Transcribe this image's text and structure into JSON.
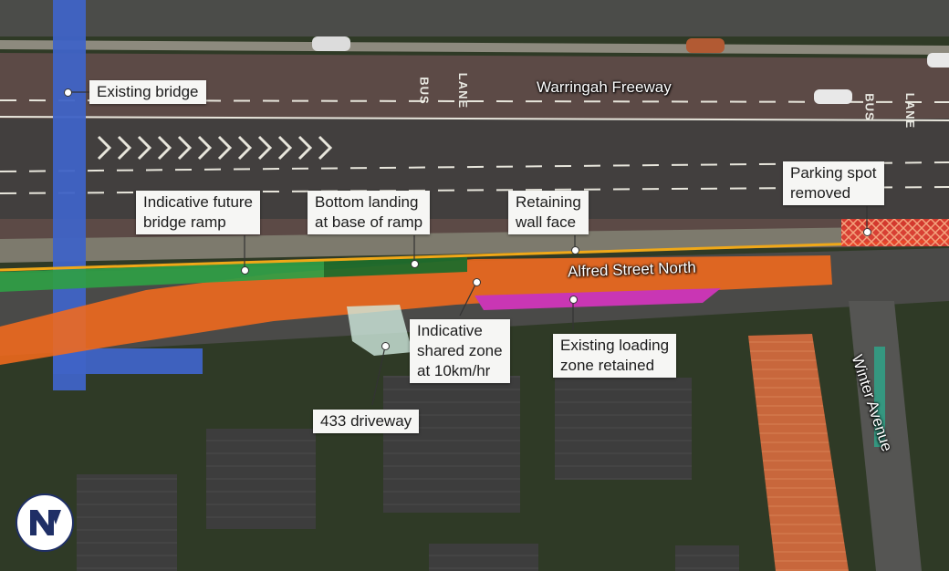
{
  "labels": {
    "existing_bridge": "Existing bridge",
    "future_ramp": "Indicative future\nbridge ramp",
    "bottom_landing": "Bottom landing\nat base of ramp",
    "retaining_wall": "Retaining\nwall face",
    "parking_spot": "Parking spot\nremoved",
    "shared_zone": "Indicative\nshared zone\nat 10km/hr",
    "loading_zone": "Existing loading\nzone retained",
    "driveway": "433 driveway"
  },
  "streets": {
    "warringah": "Warringah Freeway",
    "alfred": "Alfred Street North",
    "winter": "Winter Avenue"
  },
  "road_markings": [
    "BUS",
    "LANE",
    "BUS",
    "LANE"
  ],
  "colors": {
    "existing_bridge": "#3f63c6",
    "bridge_ramp": "#2f9e45",
    "bottom_landing": "#1f6b2b",
    "alfred_street": "#f36a1c",
    "loading_zone": "#c936b4",
    "shared_zone": "#cfeadf",
    "retaining_wall_line": "#f0a818",
    "parking_removed": "#e8362a",
    "logo": "#1f2f66"
  },
  "logo": {
    "icon": "nv-logo-icon"
  }
}
